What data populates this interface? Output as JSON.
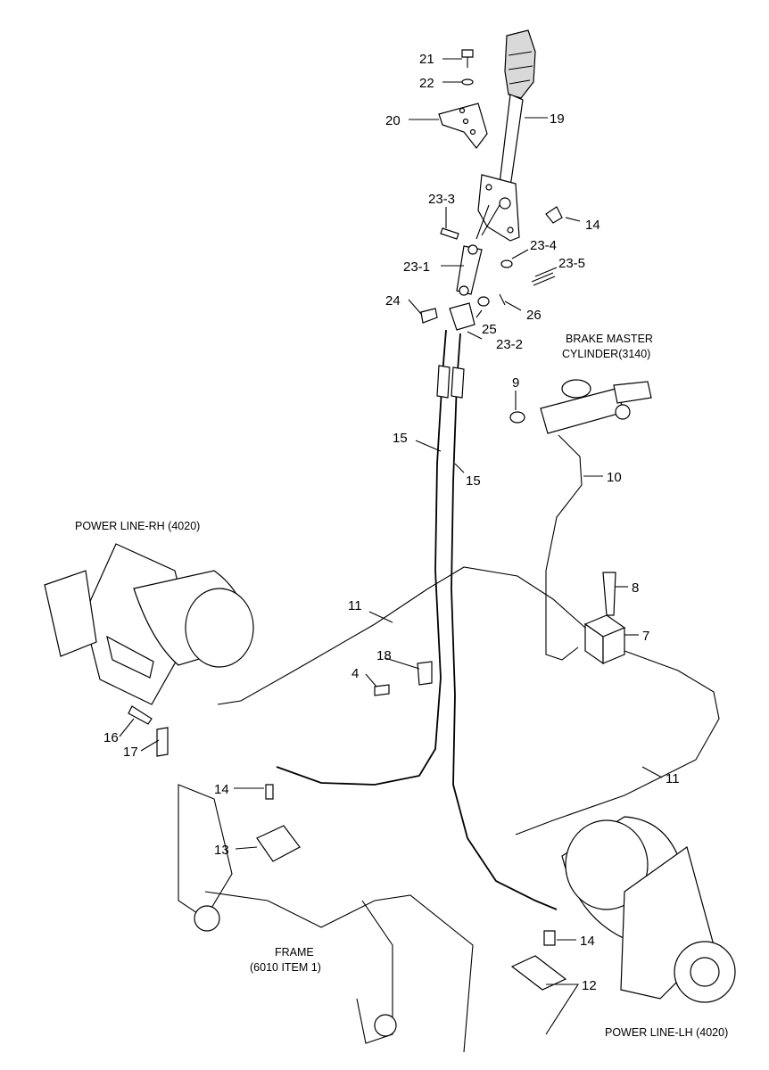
{
  "callouts": [
    {
      "id": "c21",
      "text": "21"
    },
    {
      "id": "c22",
      "text": "22"
    },
    {
      "id": "c20",
      "text": "20"
    },
    {
      "id": "c19",
      "text": "19"
    },
    {
      "id": "c23-3",
      "text": "23-3"
    },
    {
      "id": "c14a",
      "text": "14"
    },
    {
      "id": "c23-4",
      "text": "23-4"
    },
    {
      "id": "c23-5",
      "text": "23-5"
    },
    {
      "id": "c23-1",
      "text": "23-1"
    },
    {
      "id": "c24",
      "text": "24"
    },
    {
      "id": "c26",
      "text": "26"
    },
    {
      "id": "c25",
      "text": "25"
    },
    {
      "id": "c23-2",
      "text": "23-2"
    },
    {
      "id": "c9",
      "text": "9"
    },
    {
      "id": "c15a",
      "text": "15"
    },
    {
      "id": "c15b",
      "text": "15"
    },
    {
      "id": "c10",
      "text": "10"
    },
    {
      "id": "c8",
      "text": "8"
    },
    {
      "id": "c11a",
      "text": "11"
    },
    {
      "id": "c7",
      "text": "7"
    },
    {
      "id": "c18",
      "text": "18"
    },
    {
      "id": "c4",
      "text": "4"
    },
    {
      "id": "c16",
      "text": "16"
    },
    {
      "id": "c17",
      "text": "17"
    },
    {
      "id": "c11b",
      "text": "11"
    },
    {
      "id": "c14b",
      "text": "14"
    },
    {
      "id": "c13",
      "text": "13"
    },
    {
      "id": "c14c",
      "text": "14"
    },
    {
      "id": "c12",
      "text": "12"
    }
  ],
  "captions": {
    "brake_master_line1": "BRAKE MASTER",
    "brake_master_line2": "CYLINDER(3140)",
    "power_line_rh": "POWER LINE-RH (4020)",
    "power_line_lh": "POWER LINE-LH (4020)",
    "frame_line1": "FRAME",
    "frame_line2": "(6010 ITEM 1)"
  }
}
